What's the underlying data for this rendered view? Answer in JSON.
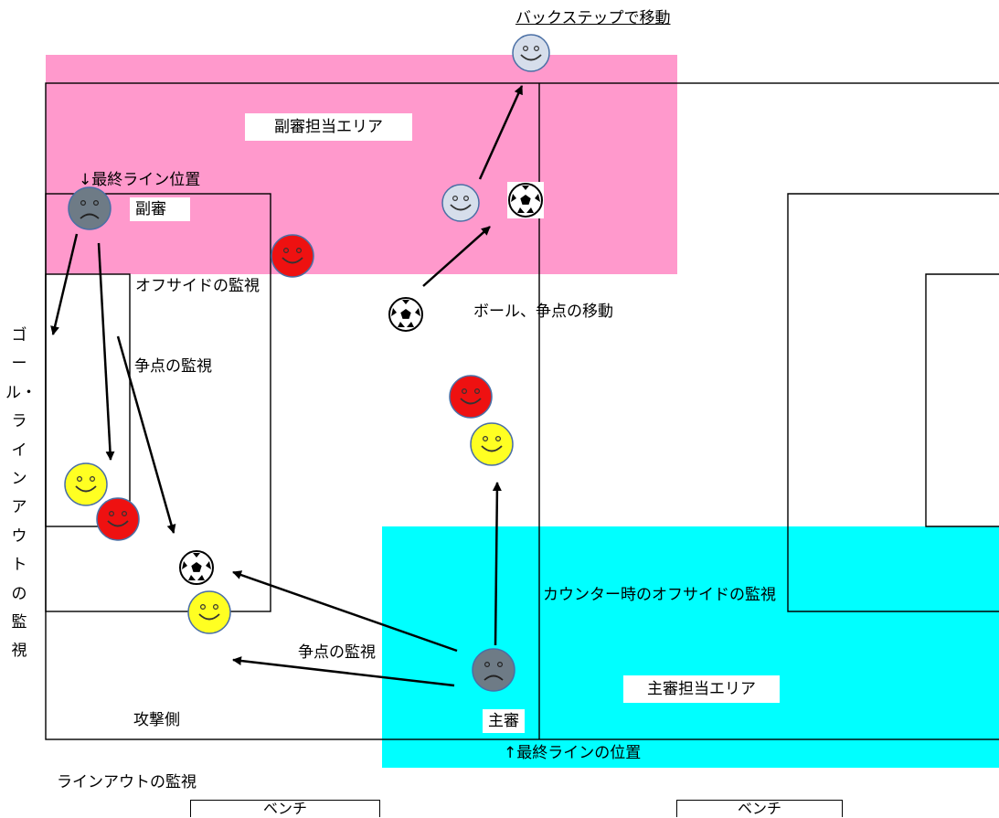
{
  "colors": {
    "pink_area": "#FF99CC",
    "cyan_area": "#00FFFF",
    "field_line": "#000000",
    "face_red": "#EE1111",
    "face_yellow": "#FFFF22",
    "face_lightblue": "#D6DEEB",
    "face_gray": "#6E7B86"
  },
  "labels": {
    "backstep": "バックステップで移動",
    "assistant_area": "副審担当エリア",
    "last_line_position_assistant": "↓最終ライン位置",
    "assistant_referee": "副審",
    "offside_watch": "オフサイドの監視",
    "ball_move": "ボール、争点の移動",
    "dispute_watch_left": "争点の監視",
    "goal_lineout_watch": "ゴール・ラインアウトの監視",
    "counter_offside_watch": "カウンター時のオフサイドの監視",
    "dispute_watch_bottom": "争点の監視",
    "main_area": "主審担当エリア",
    "attacking_side": "攻撃側",
    "referee": "主審",
    "last_line_position_referee": "↑最終ラインの位置",
    "lineout_watch": "ラインアウトの監視",
    "bench_left": "ベンチ",
    "bench_right": "ベンチ"
  },
  "icons": {
    "happy_face": "smiley-face-icon",
    "sad_face": "frowning-face-icon",
    "ball": "soccer-ball-icon"
  }
}
